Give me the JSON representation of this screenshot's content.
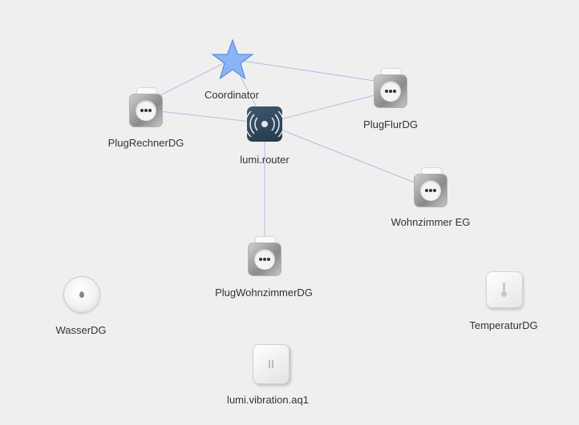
{
  "network": {
    "nodes": [
      {
        "id": "coordinator",
        "label": "Coordinator",
        "icon": "star-icon"
      },
      {
        "id": "router",
        "label": "lumi.router",
        "icon": "router-icon"
      },
      {
        "id": "plug-rechner",
        "label": "PlugRechnerDG",
        "icon": "smart-plug-icon"
      },
      {
        "id": "plug-flur",
        "label": "PlugFlurDG",
        "icon": "smart-plug-icon"
      },
      {
        "id": "wohnzimmer-eg",
        "label": "Wohnzimmer EG",
        "icon": "smart-plug-icon"
      },
      {
        "id": "plug-wohnzimmer",
        "label": "PlugWohnzimmerDG",
        "icon": "smart-plug-icon"
      },
      {
        "id": "wasser",
        "label": "WasserDG",
        "icon": "water-sensor-icon"
      },
      {
        "id": "temperatur",
        "label": "TemperaturDG",
        "icon": "temperature-sensor-icon"
      },
      {
        "id": "vibration",
        "label": "lumi.vibration.aq1",
        "icon": "vibration-sensor-icon"
      }
    ],
    "links": [
      {
        "from": "coordinator",
        "to": "plug-rechner"
      },
      {
        "from": "coordinator",
        "to": "plug-flur"
      },
      {
        "from": "coordinator",
        "to": "router"
      },
      {
        "from": "router",
        "to": "plug-rechner"
      },
      {
        "from": "router",
        "to": "plug-flur"
      },
      {
        "from": "router",
        "to": "wohnzimmer-eg"
      },
      {
        "from": "router",
        "to": "plug-wohnzimmer"
      }
    ],
    "colors": {
      "background": "#efefef",
      "link": "#b9b9e6",
      "coordinator_fill": "#8ab4f8",
      "coordinator_stroke": "#4a7fd6"
    }
  }
}
